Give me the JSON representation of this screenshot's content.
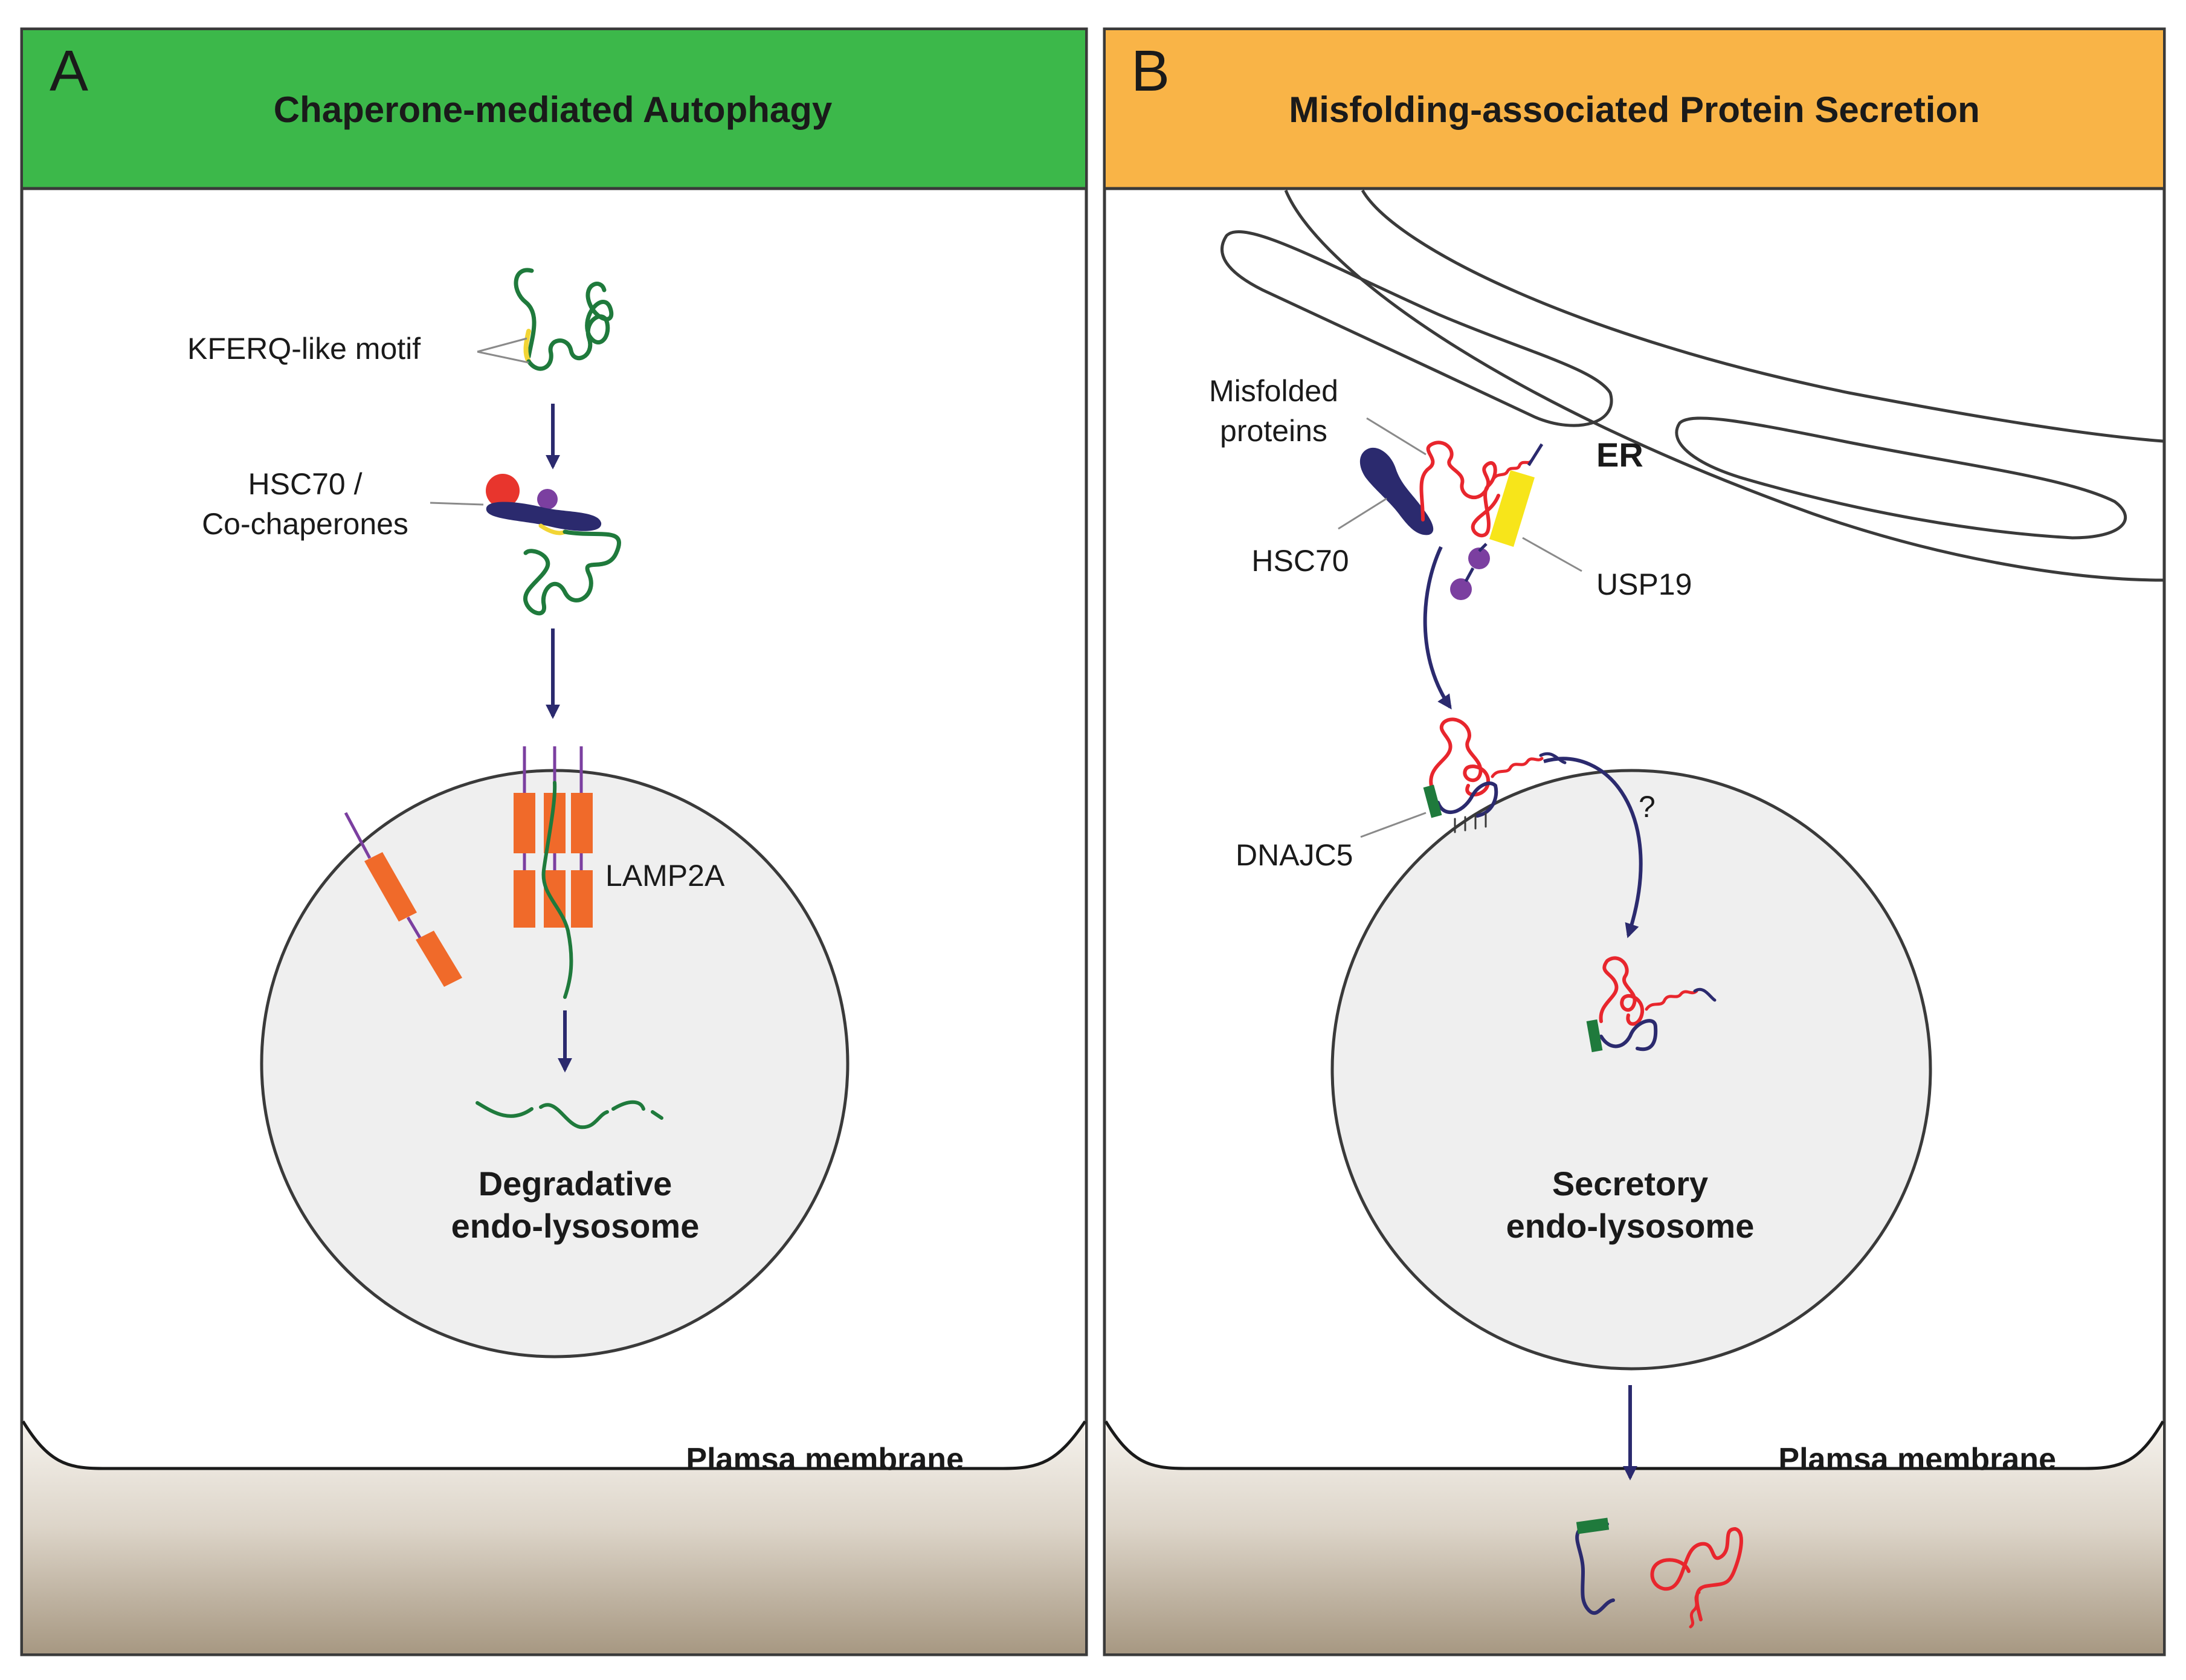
{
  "panel_a": {
    "letter": "A",
    "title": "Chaperone-mediated Autophagy",
    "header_color": "#3cb84a",
    "labels": {
      "motif": "KFERQ-like motif",
      "hsc70_line1": "HSC70 /",
      "hsc70_line2": "Co-chaperones",
      "lamp2a": "LAMP2A",
      "lysosome_line1": "Degradative",
      "lysosome_line2": "endo-lysosome",
      "membrane": "Plamsa membrane"
    }
  },
  "panel_b": {
    "letter": "B",
    "title": "Misfolding-associated Protein Secretion",
    "header_color": "#f9b447",
    "labels": {
      "misfolded_line1": "Misfolded",
      "misfolded_line2": "proteins",
      "er": "ER",
      "hsc70": "HSC70",
      "usp19": "USP19",
      "question": "?",
      "dnajc5": "DNAJC5",
      "lysosome_line1": "Secretory",
      "lysosome_line2": "endo-lysosome",
      "membrane": "Plamsa membrane"
    }
  },
  "colors": {
    "substrate_green": "#1f7a3c",
    "misfolded_red": "#e8262d",
    "arrow_navy": "#2b2a6e",
    "lamp2a_orange": "#f06a2a",
    "motif_yellow": "#f2d535",
    "usp19_yellow": "#f7e51a",
    "purple": "#7b3fa0",
    "cochaperone_red": "#e8352d",
    "lysosome_fill": "#efefef",
    "extracellular_top": "#f4f1ec",
    "extracellular_bottom": "#a89a86"
  }
}
